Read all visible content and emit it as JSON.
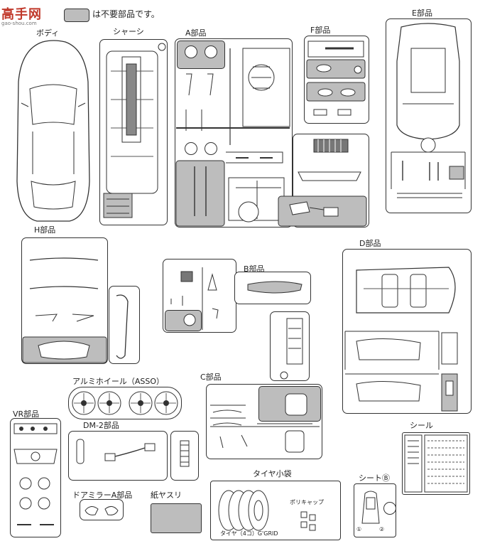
{
  "watermark": {
    "brand": "高手网",
    "url": "gao-shou.com"
  },
  "legend": {
    "swatch_color": "#bdbdbd",
    "text": "は不要部品です。"
  },
  "labels": {
    "body": "ボディ",
    "chassis": "シャーシ",
    "part_a": "A部品",
    "part_f": "F部品",
    "part_e": "E部品",
    "part_h": "H部品",
    "part_b": "B部品",
    "part_d": "D部品",
    "part_c": "C部品",
    "wheel": "アルミホイール（ASSO）",
    "vr": "VR部品",
    "dm2": "DM-2部品",
    "mirror": "ドアミラーA部品",
    "sandpaper": "紙ヤスリ",
    "tire_bag": "タイヤ小袋",
    "polycap": "ポリキャップ",
    "tire": "タイヤ（4コ）G'GRID",
    "seal": "シール",
    "sheet_b": "シートⒷ"
  },
  "sheet_b_numbers": [
    "①",
    "②"
  ]
}
